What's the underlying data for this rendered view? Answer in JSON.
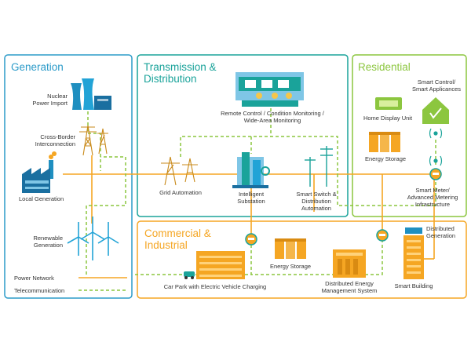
{
  "sections": {
    "generation": "Generation",
    "transmission_1": "Transmission &",
    "transmission_2": "Distribution",
    "residential": "Residential",
    "commercial_1": "Commercial &",
    "commercial_2": "Industrial"
  },
  "nodes": {
    "nuclear_1": "Nuclear",
    "nuclear_2": "Power Import",
    "crossborder_1": "Cross-Border",
    "crossborder_2": "Interconnection",
    "local_generation": "Local Generation",
    "renewable_1": "Renewable",
    "renewable_2": "Generation",
    "remote_1": "Remote Control / Condition Monitoring /",
    "remote_2": "Wide-Area Monitoring",
    "grid_automation": "Grid Automation",
    "substation_1": "Intelligent",
    "substation_2": "Substation",
    "smart_switch_1": "Smart Switch &",
    "smart_switch_2": "Distribution",
    "smart_switch_3": "Automation",
    "smart_control_1": "Smart Control/",
    "smart_control_2": "Smart Applicances",
    "home_display": "Home Display Unit",
    "energy_storage_res": "Energy Storage",
    "smart_meter_1": "Smart Meter/",
    "smart_meter_2": "Advanced Metering",
    "smart_meter_3": "Infrastructure",
    "distributed_gen_1": "Distributed",
    "distributed_gen_2": "Generation",
    "energy_storage_com": "Energy Storage",
    "car_park": "Car Park with Electric Vehicle Charging",
    "dems_1": "Distributed Energy",
    "dems_2": "Management System",
    "smart_building": "Smart Building"
  },
  "legend": {
    "power": "Power Network",
    "telecom": "Telecommunication"
  },
  "colors": {
    "power": "#f5a623",
    "telecom": "#8cc63f",
    "blue_frame": "#2c9bc9",
    "teal_frame": "#1aa39a",
    "green_frame": "#8cc63f",
    "orange_frame": "#f5a623"
  }
}
